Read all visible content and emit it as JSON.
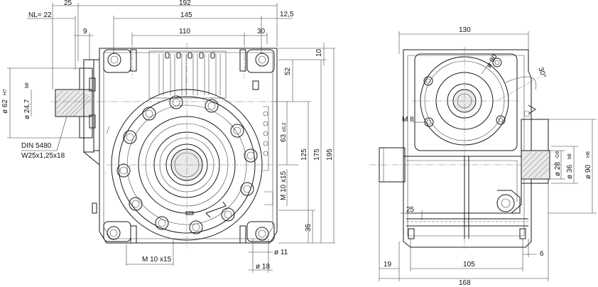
{
  "dimensions": {
    "d192": "192",
    "d25_top": "25",
    "d12_5": "12,5",
    "d145": "145",
    "nl": "NL= 22",
    "d9": "9",
    "d110": "110",
    "d30": "30",
    "d10": "10",
    "d52": "52",
    "d63": "63",
    "d63_tol": "±0,2",
    "d125": "125",
    "d175": "175",
    "d195": "195",
    "d35": "35",
    "m10_side": "M 10 x15",
    "m10_bottom": "M 10 x15",
    "phi11": "ø 11",
    "phi18": "ø 18",
    "phi62": "ø 62",
    "phi62_tol": "H7",
    "phi24_7": "ø 24,7",
    "phi24_7_tol": "b8",
    "spline_std": "DIN 5480",
    "spline_spec": "W25x1,25x18",
    "d130": "130",
    "phi80": "ø 80",
    "d30deg": "30°",
    "m8": "M 8",
    "phi28": "ø 28",
    "phi28_tol": "G6",
    "phi36": "ø 36",
    "phi36_tol": "b8",
    "phi90": "ø 90",
    "phi90_tol": "H8",
    "d25_right": "25",
    "d19": "19",
    "d105": "105",
    "d6": "6",
    "d168": "168"
  },
  "colors": {
    "line": "#1a1a1a",
    "shade": "#e9e9e9"
  }
}
